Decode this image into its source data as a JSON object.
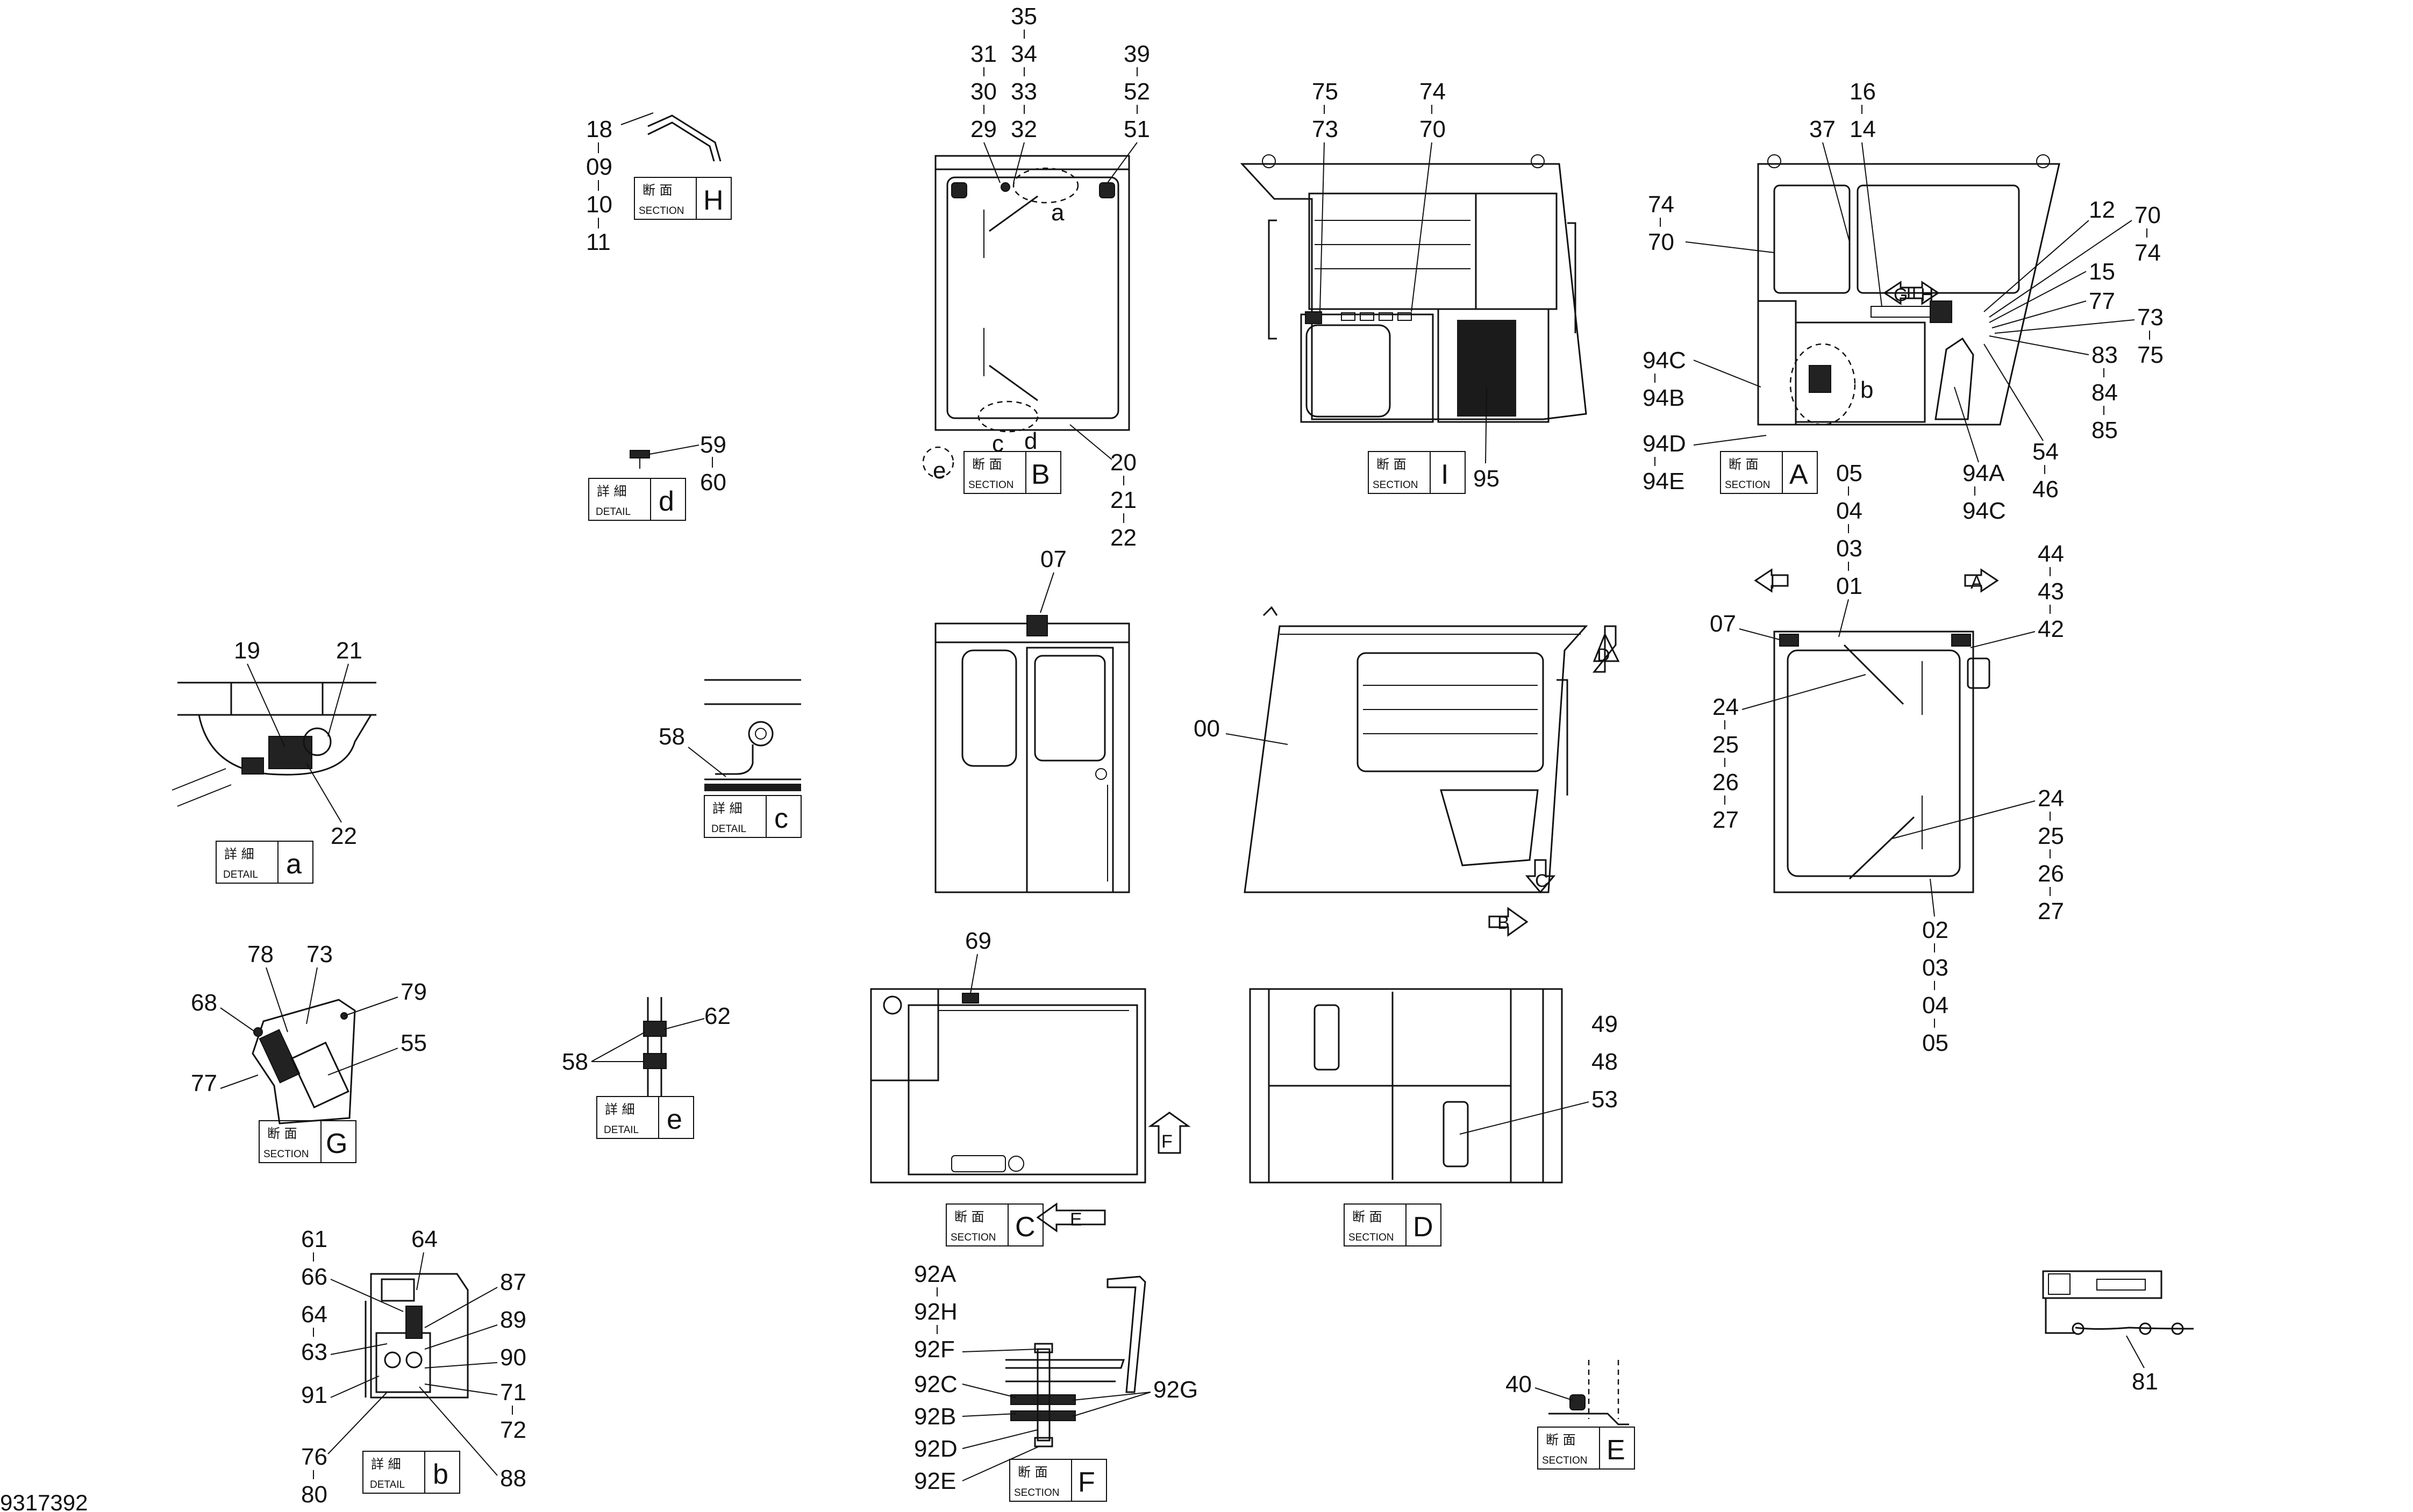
{
  "drawing_id": "9317392",
  "tags": {
    "section_jp": "断 面",
    "section_en": "SECTION",
    "detail_jp": "詳 細",
    "detail_en": "DETAIL"
  },
  "views": {
    "section_H": {
      "letter": "H",
      "labels": [
        "18",
        "09",
        "10",
        "11"
      ]
    },
    "detail_d": {
      "letter": "d",
      "labels": [
        "59",
        "60"
      ]
    },
    "section_B": {
      "letter": "B",
      "labels": [
        "35",
        "31",
        "34",
        "39",
        "30",
        "33",
        "52",
        "29",
        "32",
        "51",
        "a",
        "c",
        "d",
        "e",
        "20",
        "21",
        "22"
      ]
    },
    "section_I": {
      "letter": "I",
      "labels": [
        "75",
        "74",
        "73",
        "70",
        "95"
      ]
    },
    "section_A": {
      "letter": "A",
      "labels": [
        "16",
        "14",
        "37",
        "12",
        "74",
        "70",
        "70",
        "74",
        "G",
        "H",
        "15",
        "77",
        "73",
        "75",
        "94C",
        "94B",
        "83",
        "84",
        "85",
        "b",
        "94D",
        "94E",
        "54",
        "46",
        "94A",
        "94C"
      ]
    },
    "detail_a": {
      "letter": "a",
      "labels": [
        "19",
        "21",
        "22"
      ]
    },
    "detail_c": {
      "letter": "c",
      "labels": [
        "58"
      ]
    },
    "door_side": {
      "labels": [
        "07"
      ]
    },
    "side_view": {
      "labels": [
        "00",
        "D",
        "C",
        "B"
      ]
    },
    "top_view": {
      "labels": [
        "05",
        "04",
        "03",
        "01",
        "I",
        "A",
        "07",
        "44",
        "43",
        "42",
        "24",
        "25",
        "26",
        "27",
        "24",
        "25",
        "26",
        "27",
        "02",
        "03",
        "04",
        "05"
      ]
    },
    "section_G": {
      "letter": "G",
      "labels": [
        "78",
        "73",
        "79",
        "68",
        "55",
        "77"
      ]
    },
    "detail_e": {
      "letter": "e",
      "labels": [
        "62",
        "58"
      ]
    },
    "section_C": {
      "letter": "C",
      "labels": [
        "69",
        "F",
        "E"
      ]
    },
    "section_D": {
      "letter": "D",
      "labels": [
        "49",
        "48",
        "53"
      ]
    },
    "detail_b": {
      "letter": "b",
      "labels": [
        "61",
        "66",
        "64",
        "64",
        "63",
        "91",
        "87",
        "89",
        "90",
        "71",
        "72",
        "88",
        "76",
        "80"
      ]
    },
    "section_F": {
      "letter": "F",
      "labels": [
        "92A",
        "92H",
        "92F",
        "92C",
        "92B",
        "92D",
        "92E",
        "92G"
      ]
    },
    "section_E": {
      "letter": "E",
      "labels": [
        "40"
      ]
    },
    "harness": {
      "labels": [
        "81"
      ]
    }
  }
}
